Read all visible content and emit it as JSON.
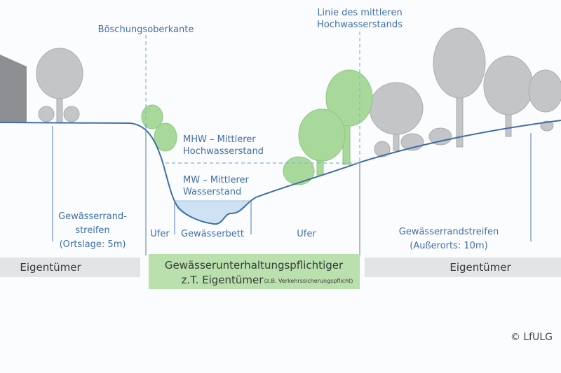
{
  "labels": {
    "boeschung": "Böschungsoberkante",
    "linie1": "Linie des mittleren",
    "linie2": "Hochwasserstands",
    "mhw1": "MHW – Mittlerer",
    "mhw2": "Hochwasserstand",
    "mw1": "MW – Mittlerer",
    "mw2": "Wasserstand",
    "rand_left1": "Gewässerrand-",
    "rand_left2": "streifen",
    "rand_left3": "(Ortslage: 5m)",
    "ufer_left": "Ufer",
    "bett": "Gewässerbett",
    "ufer_right": "Ufer",
    "rand_right1": "Gewässerrandstreifen",
    "rand_right2": "(Außerorts: 10m)"
  },
  "bars": {
    "left": "Eigentümer",
    "center1": "Gewässerunterhaltungspflichtiger",
    "center2": "z.T. Eigentümer",
    "center_note": "(z.B. Verkehrssicherungspflicht)",
    "right": "Eigentümer"
  },
  "copyright": "© LfULG",
  "colors": {
    "line": "#3f6fa8",
    "green_bar": "#b9e0ad",
    "gray_bar": "#e3e4e6",
    "water": "#cfe2f3"
  }
}
